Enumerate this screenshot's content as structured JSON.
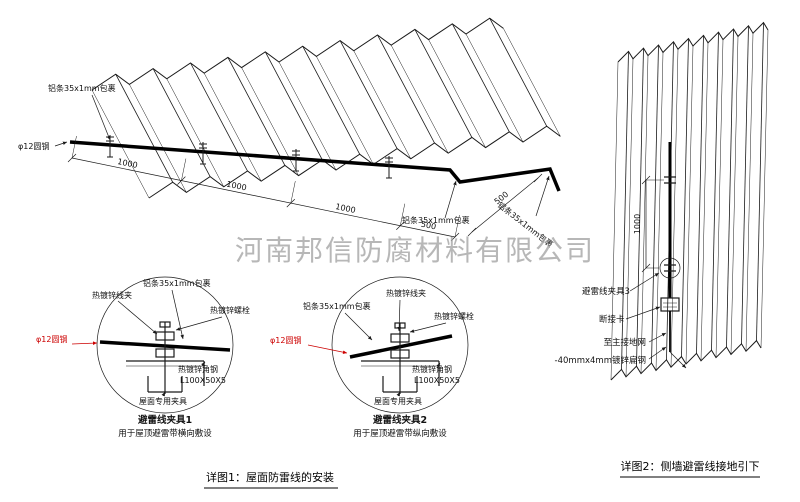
{
  "watermark": "河南邦信防腐材料有限公司",
  "colors": {
    "accent_red": "#cc0000",
    "watermark_gray": "#a3a3a3"
  },
  "roof": {
    "labels": {
      "alu_top": "铝条35x1mm包裹",
      "alu_right": "铝条35x1mm包裹",
      "alu_edge": "铝条35x1mm包裹",
      "round_steel": "φ12圆钢"
    },
    "dims": {
      "d1000": "1000",
      "d500": "500"
    }
  },
  "detail1": {
    "labels": {
      "wire_clamp": "热镀锌线夹",
      "alu": "铝条35x1mm包裹",
      "bolt": "热镀锌螺栓",
      "round_steel": "φ12圆钢",
      "angle_steel": "热镀锌角钢",
      "angle_spec": "L100X50X5",
      "roof_clamp": "屋面专用夹具"
    },
    "title": "避雷线夹具1",
    "subtitle": "用于屋顶避雷带横向敷设"
  },
  "detail2": {
    "labels": {
      "wire_clamp": "热镀锌线夹",
      "alu": "铝条35x1mm包裹",
      "bolt": "热镀锌螺栓",
      "round_steel": "φ12圆钢",
      "angle_steel": "热镀锌角钢",
      "angle_spec": "L100X50X5",
      "roof_clamp": "屋面专用夹具"
    },
    "title": "避雷线夹具2",
    "subtitle": "用于屋顶避雷带纵向敷设"
  },
  "wall": {
    "labels": {
      "clamp3": "避雷线夹具3",
      "disconnect": "断接卡",
      "to_ground": "至主接地网",
      "flat_steel": "-40mmx4mm镀锌扁钢"
    },
    "dims": {
      "d1000": "1000"
    }
  },
  "captions": {
    "fig1": "详图1：屋面防雷线的安装",
    "fig2": "详图2：侧墙避雷线接地引下"
  }
}
